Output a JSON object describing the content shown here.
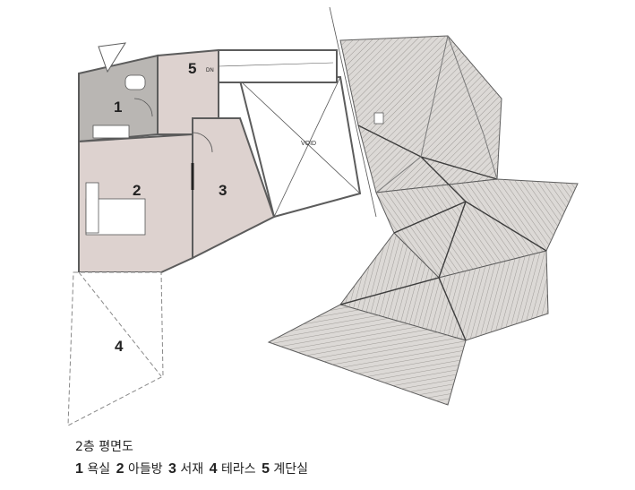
{
  "plan": {
    "rooms": [
      {
        "num": "1"
      },
      {
        "num": "2"
      },
      {
        "num": "3"
      },
      {
        "num": "4"
      },
      {
        "num": "5"
      }
    ],
    "void_label": "VOID",
    "stair_label": "DN"
  },
  "caption": {
    "title": "2층 평면도",
    "legend": [
      {
        "num": "1",
        "name": "욕실"
      },
      {
        "num": "2",
        "name": "아들방"
      },
      {
        "num": "3",
        "name": "서재"
      },
      {
        "num": "4",
        "name": "테라스"
      },
      {
        "num": "5",
        "name": "계단실"
      }
    ]
  },
  "colors": {
    "room_fill": "#ddd2cf",
    "bath_fill": "#b9b6b3",
    "roof_fill": "#dcd9d6",
    "wall": "#5c5c5c"
  }
}
